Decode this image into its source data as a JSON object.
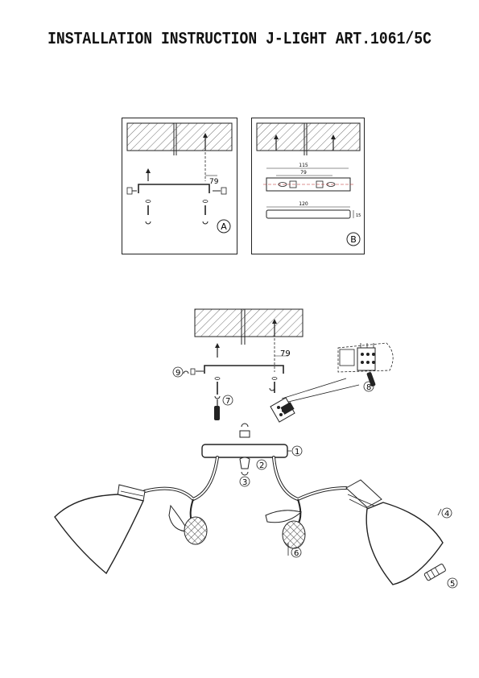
{
  "document": {
    "title": "INSTALLATION INSTRUCTION J-LIGHT ART.1061/5C"
  },
  "panel_a": {
    "badge": "A",
    "dimension": "79"
  },
  "panel_b": {
    "badge": "B",
    "dim_top": "115",
    "dim_mid": "79",
    "dim_bottom": "120",
    "dim_side": "15"
  },
  "main": {
    "dimension": "79",
    "callouts": [
      "1",
      "2",
      "3",
      "4",
      "5",
      "6",
      "7",
      "8",
      "9"
    ]
  }
}
